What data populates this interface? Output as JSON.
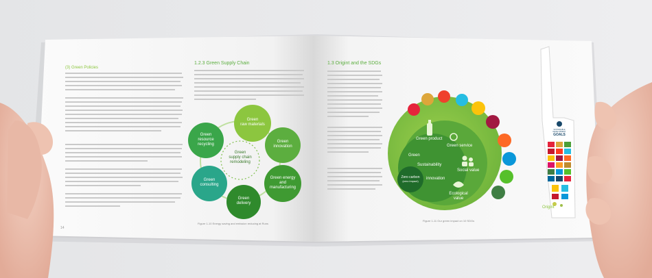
{
  "left_page": {
    "heading": "(3) Green Policies",
    "page_number": "14"
  },
  "supply_chain": {
    "section_title": "1.2.3 Green Supply Chain",
    "center_label_1": "Green",
    "center_label_2": "supply chain",
    "center_label_3": "remodeling",
    "nodes": {
      "raw_1": "Green",
      "raw_2": "raw materials",
      "innov_1": "Green",
      "innov_2": "innovation",
      "energy_1": "Green energy",
      "energy_2": "and",
      "energy_3": "manufacturing",
      "delivery_1": "Green",
      "delivery_2": "delivery",
      "consult_1": "Green",
      "consult_2": "consulting",
      "recycle_1": "Green",
      "recycle_2": "resource",
      "recycle_3": "recycling"
    },
    "caption": "Figure 1-10 Energy saving and emission reducing at Runs"
  },
  "sdgs": {
    "section_title": "1.3 Origint and the SDGs",
    "caption": "Figure 1-11 Our green impact on 10 SDGs",
    "labels": {
      "green_product": "Green product",
      "green_service": "Green service",
      "green": "Green",
      "sustainability": "Sustainability",
      "social_value": "Social value",
      "zero_carbon": "Zero carbon",
      "zero_impact": "(zero impact)",
      "innovation": "innovation",
      "ecological_1": "Ecological",
      "ecological_2": "value"
    }
  },
  "bookmark": {
    "header": "SUSTAINABLE DEVELOPMENT",
    "goals": "GOALS",
    "brand": "Origint"
  },
  "colors": {
    "green_dark": "#3a8f2e",
    "green_mid": "#5cae3f",
    "green_light": "#8cc63f",
    "teal": "#2aa68a"
  }
}
